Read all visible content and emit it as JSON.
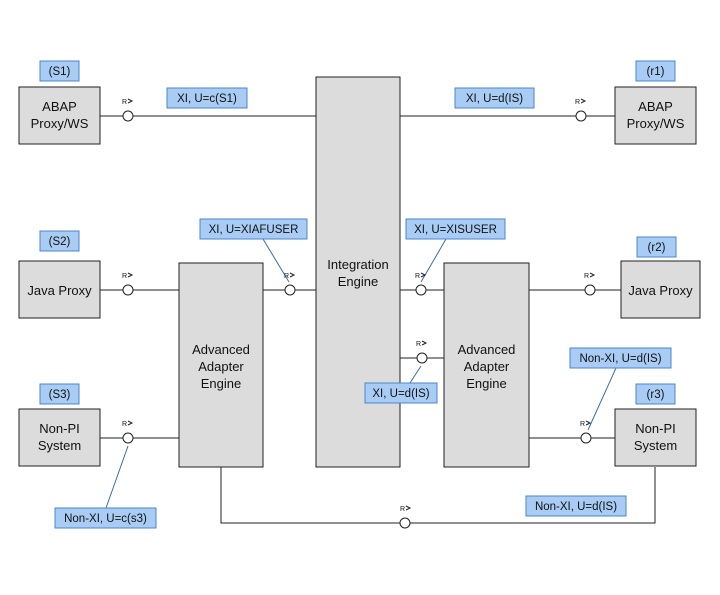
{
  "boxes": {
    "abap_left": [
      "ABAP",
      "Proxy/WS"
    ],
    "java_left": "Java Proxy",
    "nonpi_left": [
      "Non-PI",
      "System"
    ],
    "adapter_left": [
      "Advanced",
      "Adapter",
      "Engine"
    ],
    "integration": [
      "Integration",
      "Engine"
    ],
    "adapter_right": [
      "Advanced",
      "Adapter",
      "Engine"
    ],
    "abap_right": [
      "ABAP",
      "Proxy/WS"
    ],
    "java_right": "Java Proxy",
    "nonpi_right": [
      "Non-PI",
      "System"
    ]
  },
  "tags": {
    "s1": "(S1)",
    "s2": "(S2)",
    "s3": "(S3)",
    "r1": "(r1)",
    "r2": "(r2)",
    "r3": "(r3)"
  },
  "labels": {
    "xi_c_s1": "XI, U=c(S1)",
    "xi_d_is_top": "XI, U=d(IS)",
    "xi_xiafuser": "XI, U=XIAFUSER",
    "xi_xisuser": "XI, U=XISUSER",
    "xi_d_is_mid": "XI, U=d(IS)",
    "nonxi_d_is_right": "Non-XI, U=d(IS)",
    "nonxi_c_s3": "Non-XI, U=c(s3)",
    "nonxi_d_is_bottom": "Non-XI, U=d(IS)"
  },
  "port_label": "R"
}
